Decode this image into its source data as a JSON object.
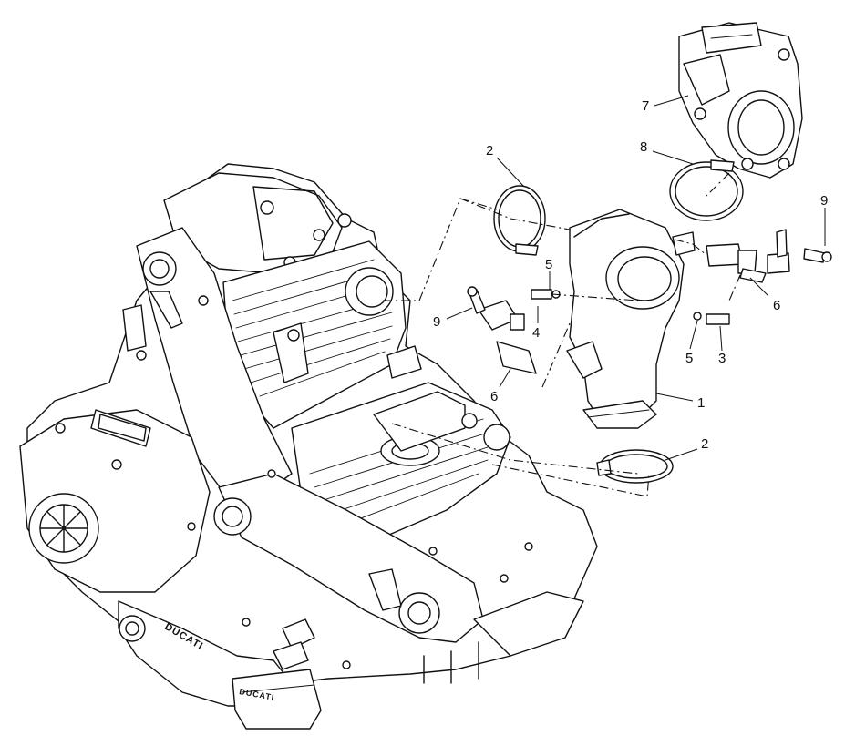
{
  "diagram": {
    "brand_marks": [
      "DUCATI",
      "DUCATI"
    ],
    "callouts": [
      {
        "id": "c2-top",
        "label": "2"
      },
      {
        "id": "c7",
        "label": "7"
      },
      {
        "id": "c8",
        "label": "8"
      },
      {
        "id": "c9-right",
        "label": "9"
      },
      {
        "id": "c5-left",
        "label": "5"
      },
      {
        "id": "c9-left",
        "label": "9"
      },
      {
        "id": "c4",
        "label": "4"
      },
      {
        "id": "c6-right",
        "label": "6"
      },
      {
        "id": "c5-right",
        "label": "5"
      },
      {
        "id": "c3",
        "label": "3"
      },
      {
        "id": "c6-left",
        "label": "6"
      },
      {
        "id": "c1",
        "label": "1"
      },
      {
        "id": "c2-bottom",
        "label": "2"
      }
    ]
  }
}
